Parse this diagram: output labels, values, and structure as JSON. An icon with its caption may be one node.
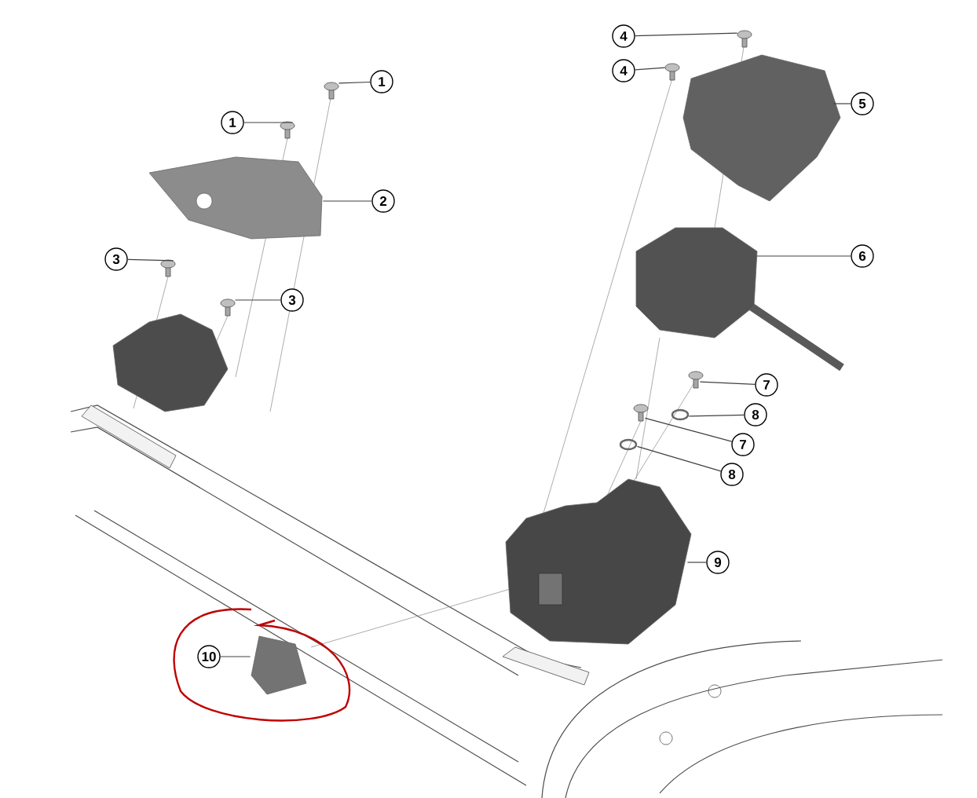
{
  "diagram": {
    "nodes": [
      {
        "text": [
          "1"
        ]
      },
      {
        "text": [],
        "shape": "picture"
      },
      {
        "text": [
          "1"
        ]
      },
      {
        "text": [],
        "shape": "picture"
      },
      {
        "text": [
          "2"
        ]
      },
      {
        "text": [],
        "shape": "picture"
      },
      {
        "text": [
          "3"
        ]
      },
      {
        "text": [],
        "shape": "picture"
      },
      {
        "text": [
          "3"
        ]
      },
      {
        "text": [],
        "shape": "picture"
      },
      {
        "text": [
          "4"
        ]
      },
      {
        "text": [],
        "shape": "picture"
      },
      {
        "text": [
          "4"
        ]
      },
      {
        "text": [],
        "shape": "picture"
      },
      {
        "text": [
          "5"
        ]
      },
      {
        "text": [],
        "shape": "picture"
      },
      {
        "text": [
          "6"
        ]
      },
      {
        "text": [],
        "shape": "picture"
      },
      {
        "text": [
          "7"
        ]
      },
      {
        "text": [],
        "shape": "picture"
      },
      {
        "text": [
          "8"
        ]
      },
      {
        "text": [],
        "shape": "circle"
      },
      {
        "text": [
          "7"
        ]
      },
      {
        "text": [],
        "shape": "picture"
      },
      {
        "text": [
          "8"
        ]
      },
      {
        "text": [],
        "shape": "circle"
      },
      {
        "text": [
          "9"
        ]
      },
      {
        "text": [],
        "shape": "picture"
      },
      {
        "text": [
          "10"
        ]
      },
      {
        "text": [],
        "shape": "picture"
      }
    ],
    "edges": [
      {
        "from": 0,
        "to": 1,
        "arrow": "none"
      },
      {
        "from": 2,
        "to": 3,
        "arrow": "none"
      },
      {
        "from": 4,
        "to": 5,
        "arrow": "none"
      },
      {
        "from": 6,
        "to": 7,
        "arrow": "none"
      },
      {
        "from": 8,
        "to": 9,
        "arrow": "none"
      },
      {
        "from": 10,
        "to": 11,
        "arrow": "none"
      },
      {
        "from": 12,
        "to": 13,
        "arrow": "none"
      },
      {
        "from": 14,
        "to": 15,
        "arrow": "none"
      },
      {
        "from": 16,
        "to": 17,
        "arrow": "none"
      },
      {
        "from": 18,
        "to": 19,
        "arrow": "none"
      },
      {
        "from": 20,
        "to": 21,
        "arrow": "none"
      },
      {
        "from": 22,
        "to": 23,
        "arrow": "none"
      },
      {
        "from": 24,
        "to": 25,
        "arrow": "none"
      },
      {
        "from": 26,
        "to": 27,
        "arrow": "none"
      },
      {
        "from": 28,
        "to": 29,
        "arrow": "none"
      }
    ]
  }
}
